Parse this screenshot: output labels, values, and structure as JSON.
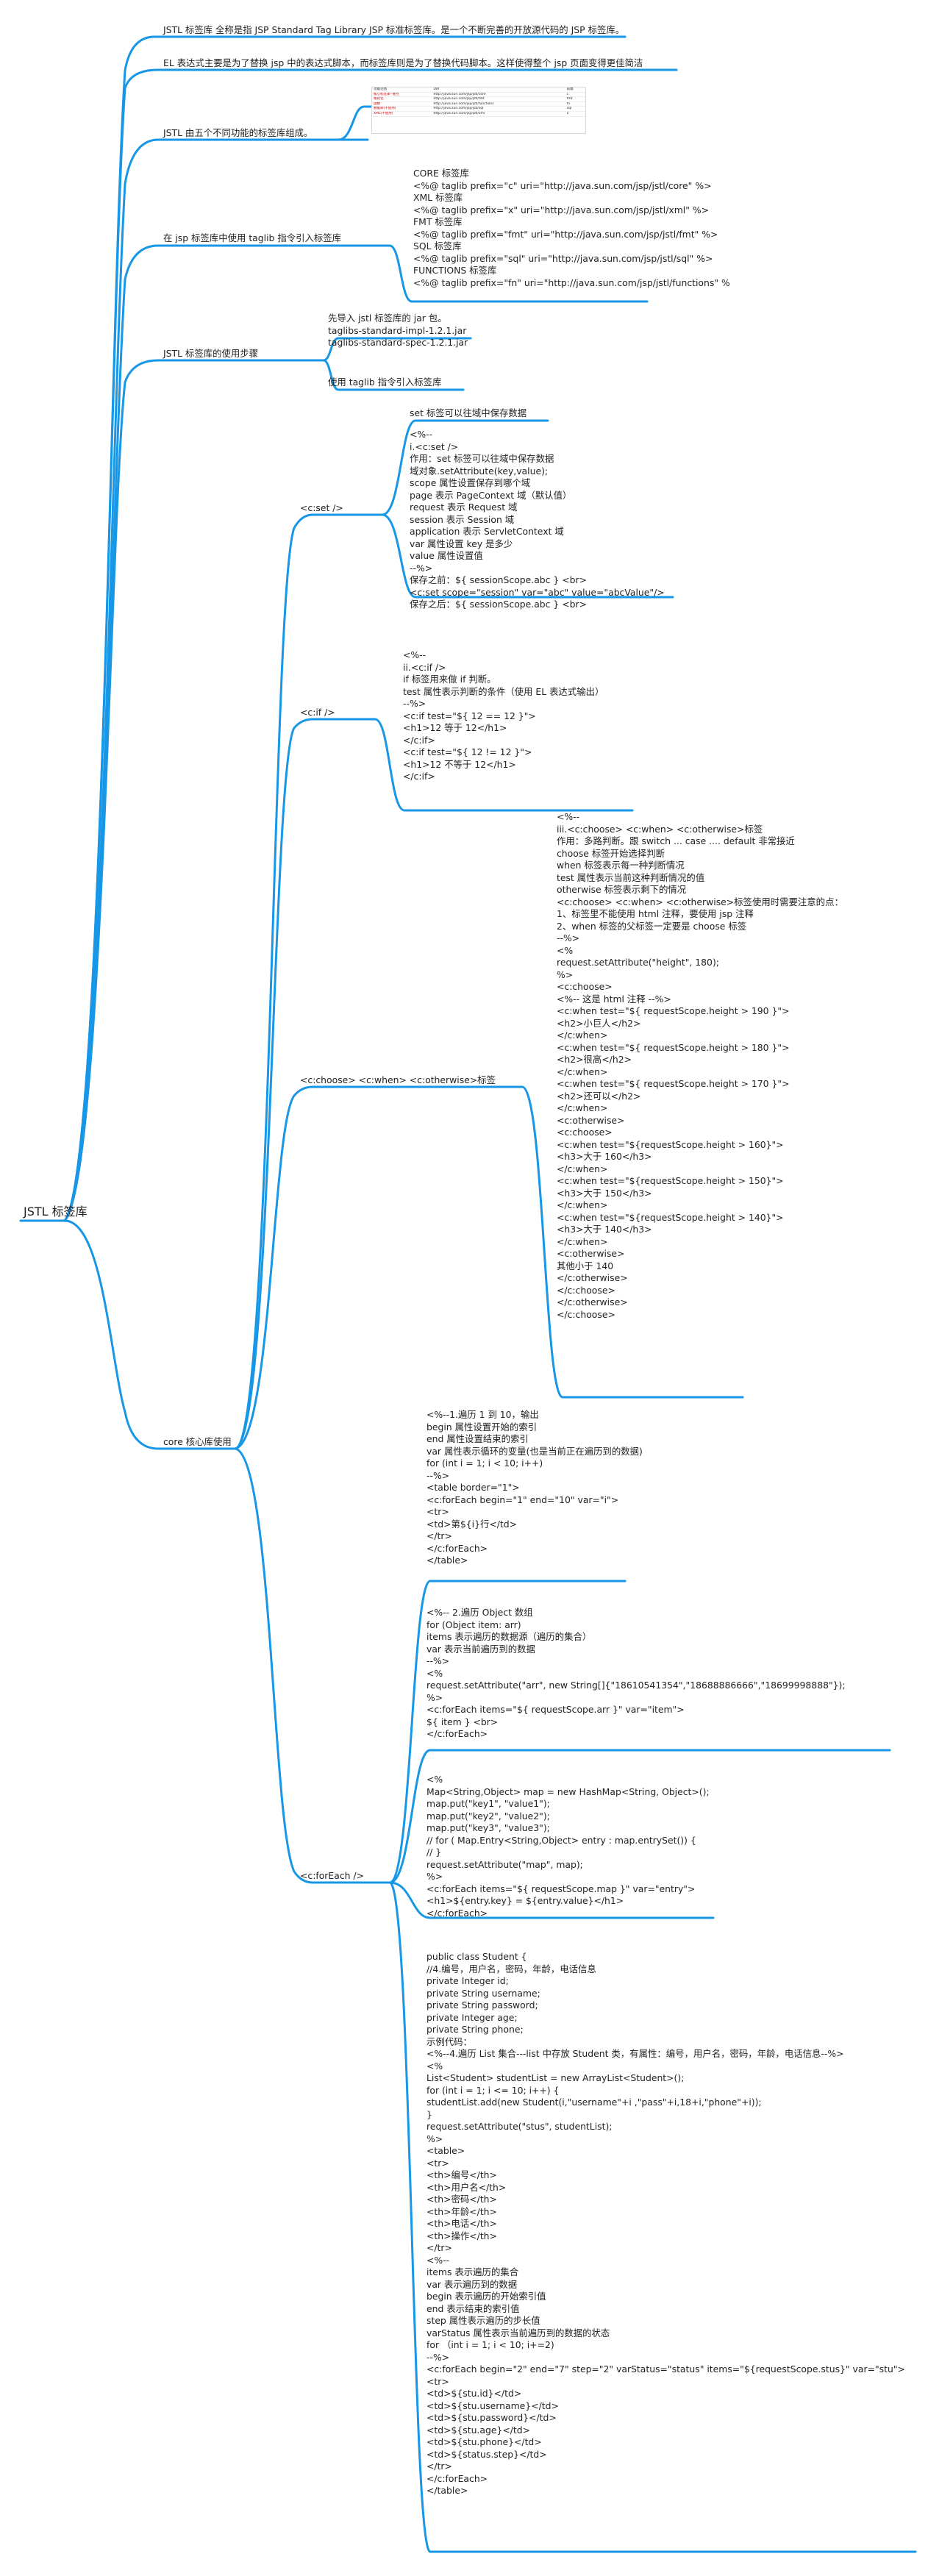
{
  "root": {
    "label": "JSTL 标签库"
  },
  "branches": {
    "intro": "JSTL 标签库 全称是指 JSP Standard Tag Library JSP 标准标签库。是一个不断完善的开放源代码的 JSP 标签库。",
    "el": "EL 表达式主要是为了替换 jsp 中的表达式脚本，而标签库则是为了替换代码脚本。这样使得整个 jsp 页面变得更佳简洁",
    "five": "JSTL 由五个不同功能的标签库组成。",
    "taglib_intro": "在 jsp 标签库中使用 taglib 指令引入标签库",
    "steps": "JSTL 标签库的使用步骤",
    "core": "core 核心库使用"
  },
  "five_table": [
    [
      "功能范围",
      "URI",
      "前缀"
    ],
    [
      "核心标签库--重点",
      "http://java.sun.com/jsp/jstl/core",
      "c"
    ],
    [
      "格式化",
      "http://java.sun.com/jsp/jstl/fmt",
      "fmt"
    ],
    [
      "函数",
      "http://java.sun.com/jsp/jstl/functions",
      "fn"
    ],
    [
      "数据库(不使用)",
      "http://java.sun.com/jsp/jstl/sql",
      "sql"
    ],
    [
      "XML(不使用)",
      "http://java.sun.com/jsp/jstl/xml",
      "x"
    ]
  ],
  "taglib_code": "CORE 标签库\n<%@ taglib prefix=\"c\" uri=\"http://java.sun.com/jsp/jstl/core\" %>\nXML 标签库\n<%@ taglib prefix=\"x\" uri=\"http://java.sun.com/jsp/jstl/xml\" %>\nFMT 标签库\n<%@ taglib prefix=\"fmt\" uri=\"http://java.sun.com/jsp/jstl/fmt\" %>\nSQL 标签库\n<%@ taglib prefix=\"sql\" uri=\"http://java.sun.com/jsp/jstl/sql\" %>\nFUNCTIONS 标签库\n<%@ taglib prefix=\"fn\" uri=\"http://java.sun.com/jsp/jstl/functions\" %",
  "steps_children": {
    "jars": "先导入 jstl 标签库的 jar 包。\ntaglibs-standard-impl-1.2.1.jar\ntaglibs-standard-spec-1.2.1.jar",
    "use": "使用 taglib 指令引入标签库"
  },
  "core_children": {
    "cset": "<c:set />",
    "cif": "<c:if />",
    "cchoose": "<c:choose> <c:when> <c:otherwise>标签",
    "cforeach": "<c:forEach />"
  },
  "cset_children": {
    "title": "set 标签可以往域中保存数据",
    "code": "<%--\ni.<c:set />\n作用：set 标签可以往域中保存数据\n域对象.setAttribute(key,value);\nscope 属性设置保存到哪个域\npage 表示 PageContext 域（默认值）\nrequest 表示 Request 域\nsession 表示 Session 域\napplication 表示 ServletContext 域\nvar 属性设置 key 是多少\nvalue 属性设置值\n--%>\n保存之前：${ sessionScope.abc } <br>\n<c:set scope=\"session\" var=\"abc\" value=\"abcValue\"/>\n保存之后：${ sessionScope.abc } <br>"
  },
  "cif_code": "<%--\nii.<c:if />\nif 标签用来做 if 判断。\ntest 属性表示判断的条件（使用 EL 表达式输出）\n--%>\n<c:if test=\"${ 12 == 12 }\">\n<h1>12 等于 12</h1>\n</c:if>\n<c:if test=\"${ 12 != 12 }\">\n<h1>12 不等于 12</h1>\n</c:if>",
  "cchoose_code": "<%--\niii.<c:choose> <c:when> <c:otherwise>标签\n作用：多路判断。跟 switch ... case .... default 非常接近\nchoose 标签开始选择判断\nwhen 标签表示每一种判断情况\ntest 属性表示当前这种判断情况的值\notherwise 标签表示剩下的情况\n<c:choose> <c:when> <c:otherwise>标签使用时需要注意的点：\n1、标签里不能使用 html 注释，要使用 jsp 注释\n2、when 标签的父标签一定要是 choose 标签\n--%>\n<%\nrequest.setAttribute(\"height\", 180);\n%>\n<c:choose>\n<%-- 这是 html 注释 --%>\n<c:when test=\"${ requestScope.height > 190 }\">\n<h2>小巨人</h2>\n</c:when>\n<c:when test=\"${ requestScope.height > 180 }\">\n<h2>很高</h2>\n</c:when>\n<c:when test=\"${ requestScope.height > 170 }\">\n<h2>还可以</h2>\n</c:when>\n<c:otherwise>\n<c:choose>\n<c:when test=\"${requestScope.height > 160}\">\n<h3>大于 160</h3>\n</c:when>\n<c:when test=\"${requestScope.height > 150}\">\n<h3>大于 150</h3>\n</c:when>\n<c:when test=\"${requestScope.height > 140}\">\n<h3>大于 140</h3>\n</c:when>\n<c:otherwise>\n其他小于 140\n</c:otherwise>\n</c:choose>\n</c:otherwise>\n</c:choose>",
  "cforeach_children": [
    "<%--1.遍历 1 到 10，输出\nbegin 属性设置开始的索引\nend 属性设置结束的索引\nvar 属性表示循环的变量(也是当前正在遍历到的数据)\nfor (int i = 1; i < 10; i++)\n--%>\n<table border=\"1\">\n<c:forEach begin=\"1\" end=\"10\" var=\"i\">\n<tr>\n<td>第${i}行</td>\n</tr>\n</c:forEach>\n</table>",
    "<%-- 2.遍历 Object 数组\nfor (Object item: arr)\nitems 表示遍历的数据源（遍历的集合）\nvar 表示当前遍历到的数据\n--%>\n<%\nrequest.setAttribute(\"arr\", new String[]{\"18610541354\",\"18688886666\",\"18699998888\"});\n%>\n<c:forEach items=\"${ requestScope.arr }\" var=\"item\">\n${ item } <br>\n</c:forEach>",
    "<%\nMap<String,Object> map = new HashMap<String, Object>();\nmap.put(\"key1\", \"value1\");\nmap.put(\"key2\", \"value2\");\nmap.put(\"key3\", \"value3\");\n// for ( Map.Entry<String,Object> entry : map.entrySet()) {\n// }\nrequest.setAttribute(\"map\", map);\n%>\n<c:forEach items=\"${ requestScope.map }\" var=\"entry\">\n<h1>${entry.key} = ${entry.value}</h1>\n</c:forEach>",
    "public class Student {\n//4.编号，用户名，密码，年龄，电话信息\nprivate Integer id;\nprivate String username;\nprivate String password;\nprivate Integer age;\nprivate String phone;\n示例代码：\n<%--4.遍历 List 集合---list 中存放 Student 类，有属性：编号，用户名，密码，年龄，电话信息--%>\n<%\nList<Student> studentList = new ArrayList<Student>();\nfor (int i = 1; i <= 10; i++) {\nstudentList.add(new Student(i,\"username\"+i ,\"pass\"+i,18+i,\"phone\"+i));\n}\nrequest.setAttribute(\"stus\", studentList);\n%>\n<table>\n<tr>\n<th>编号</th>\n<th>用户名</th>\n<th>密码</th>\n<th>年龄</th>\n<th>电话</th>\n<th>操作</th>\n</tr>\n<%--\nitems 表示遍历的集合\nvar 表示遍历到的数据\nbegin 表示遍历的开始索引值\nend 表示结束的索引值\nstep 属性表示遍历的步长值\nvarStatus 属性表示当前遍历到的数据的状态\nfor （int i = 1; i < 10; i+=2)\n--%>\n<c:forEach begin=\"2\" end=\"7\" step=\"2\" varStatus=\"status\" items=\"${requestScope.stus}\" var=\"stu\">\n<tr>\n<td>${stu.id}</td>\n<td>${stu.username}</td>\n<td>${stu.password}</td>\n<td>${stu.age}</td>\n<td>${stu.phone}</td>\n<td>${status.step}</td>\n</tr>\n</c:forEach>\n</table>"
  ],
  "colors": {
    "line": "#1797e6",
    "text": "#222222",
    "accent_text": "#cc0000"
  }
}
